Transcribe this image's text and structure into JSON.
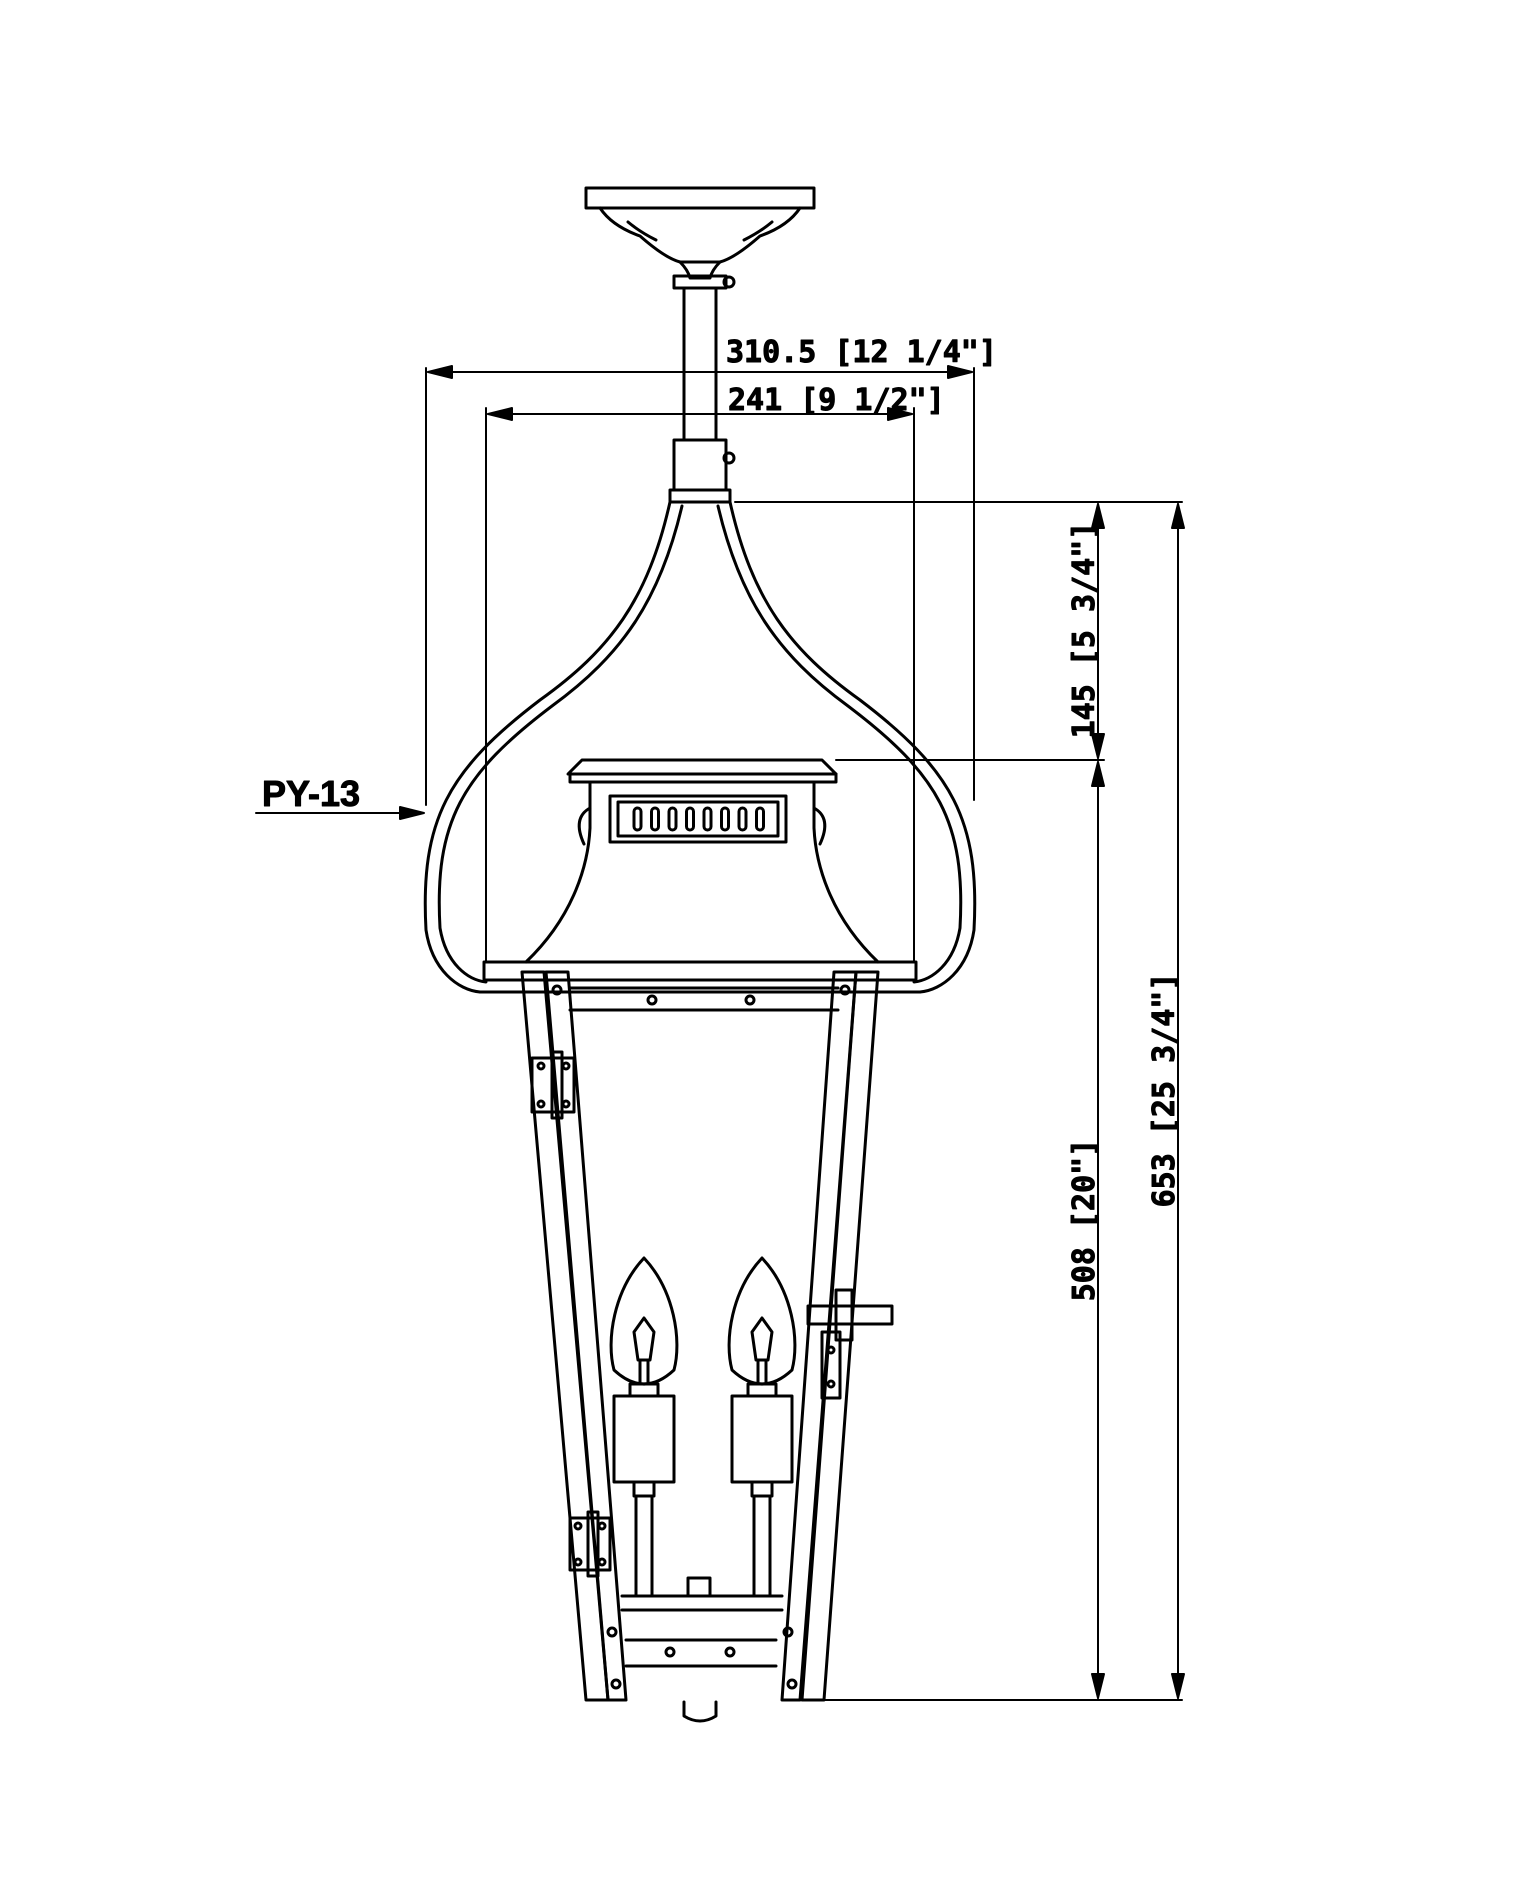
{
  "drawing": {
    "callout": "PY-13",
    "dimensions": {
      "overall_width": "310.5 [12 1/4\"]",
      "inner_width": "241 [9 1/2\"]",
      "top_height": "145 [5 3/4\"]",
      "body_height": "508 [20\"]",
      "overall_height": "653 [25 3/4\"]"
    },
    "colors": {
      "line": "#000000",
      "background": "#ffffff"
    }
  }
}
